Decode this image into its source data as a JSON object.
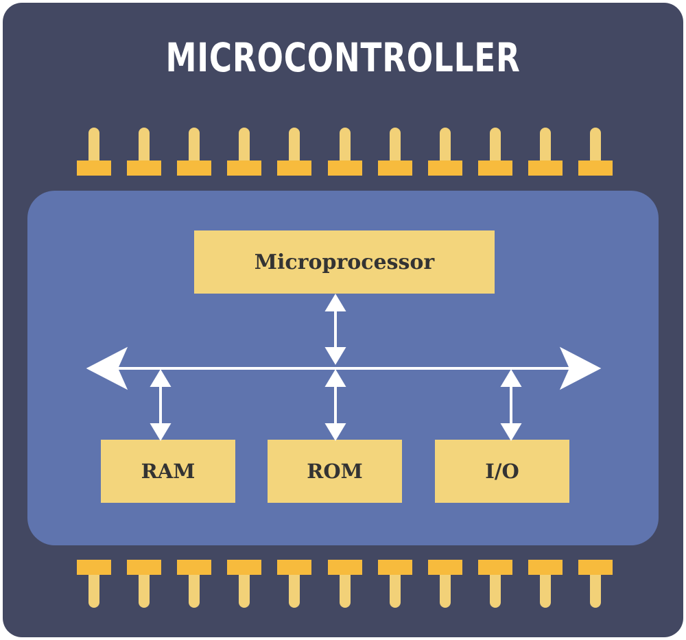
{
  "diagram": {
    "title": "MICROCONTROLLER",
    "processor_label": "Microprocessor",
    "modules": [
      {
        "id": "ram",
        "label": "RAM"
      },
      {
        "id": "rom",
        "label": "ROM"
      },
      {
        "id": "io",
        "label": "I/O"
      }
    ],
    "pins_per_side": 11,
    "colors": {
      "chip_body": "#434862",
      "die": "#5f74ae",
      "block": "#f3d57c",
      "pin_stem": "#f2d178",
      "pin_base": "#f7bb3d",
      "bus": "#ffffff",
      "title": "#ffffff"
    }
  }
}
